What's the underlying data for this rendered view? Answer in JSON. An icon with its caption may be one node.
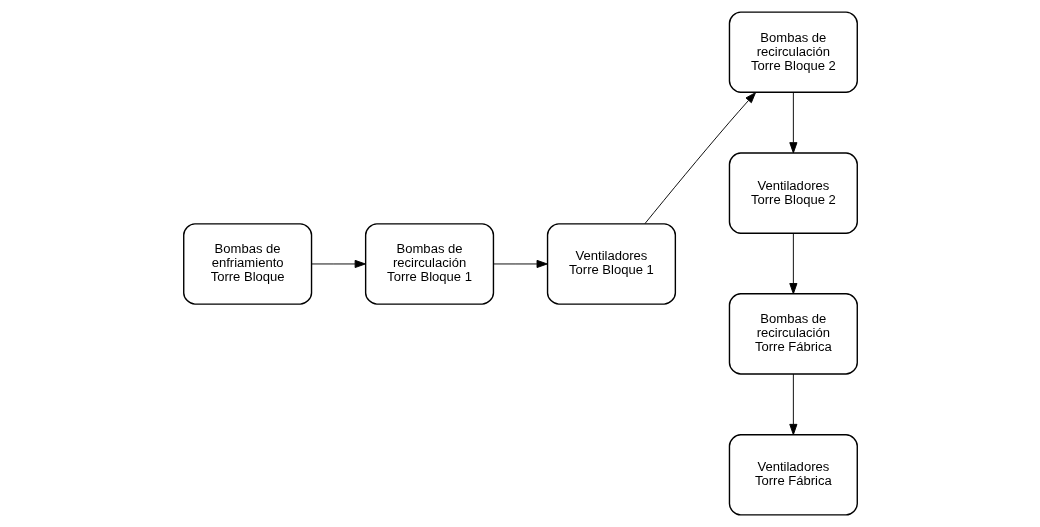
{
  "diagram": {
    "nodes": [
      {
        "text": [
          "Bombas de enfriamiento Torre Bloque"
        ]
      },
      {
        "text": [
          "Bombas de recirculación Torre Bloque 1"
        ]
      },
      {
        "text": [
          "Ventiladores Torre Bloque 1"
        ]
      },
      {
        "text": [
          "Bombas de recirculación Torre Bloque 2"
        ]
      },
      {
        "text": [
          "Ventiladores Torre Bloque 2"
        ]
      },
      {
        "text": [
          "Bombas de recirculación Torre Fábrica"
        ]
      },
      {
        "text": [
          "Ventiladores Torre Fábrica"
        ]
      }
    ],
    "edges": [
      {
        "from": 0,
        "to": 1,
        "arrow": "to"
      },
      {
        "from": 1,
        "to": 2,
        "arrow": "to"
      },
      {
        "from": 2,
        "to": 3,
        "arrow": "to"
      },
      {
        "from": 3,
        "to": 4,
        "arrow": "to"
      },
      {
        "from": 4,
        "to": 5,
        "arrow": "to"
      },
      {
        "from": 5,
        "to": 6,
        "arrow": "to"
      }
    ]
  }
}
